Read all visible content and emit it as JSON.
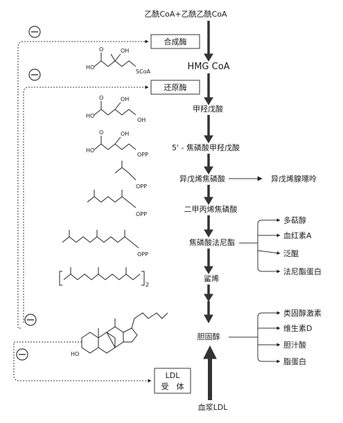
{
  "pathway": {
    "top_label": "乙酰CoA+乙酰乙酰CoA",
    "hmg_coa": "HMG CoA",
    "mevalonate": "甲羟戊酸",
    "mevalonate_pp": "5' - 焦磷酸甲羟戊酸",
    "ipp": "异戊烯焦磷酸",
    "dmapp": "二甲丙烯焦磷酸",
    "fpp": "焦磷酸法尼酯",
    "squalene": "鲨烯",
    "cholesterol": "胆固醇",
    "plasma_ldl": "血浆LDL"
  },
  "enzymes": {
    "synthase": "合成酶",
    "reductase": "还原酶",
    "ldl_receptor_line1": "LDL",
    "ldl_receptor_line2": "受　体"
  },
  "feedback_symbol": "⊖",
  "side_products": {
    "ipp_branch": "异戊烯腺嘌呤",
    "fpp_branches": [
      "多萜醇",
      "血红素A",
      "泛醌",
      "法尼酯蛋白"
    ],
    "cholesterol_branches": [
      "类固醇激素",
      "维生素D",
      "胆汁酸",
      "脂蛋白"
    ]
  },
  "structure_labels": {
    "scoa": "SCoA",
    "opp": "OPP",
    "oh": "OH",
    "o": "O",
    "ho": "HO",
    "subscript_2": "2"
  }
}
